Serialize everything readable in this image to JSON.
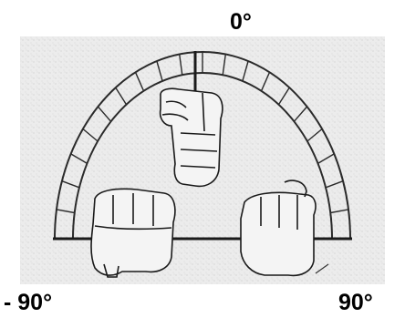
{
  "labels": {
    "top": "0°",
    "left": "- 90°",
    "right": "90°"
  },
  "colors": {
    "ink": "#1a1a1a",
    "paper": "#eeeeee",
    "background": "#ffffff"
  },
  "icons": {
    "protractor": "semicircular-protractor",
    "hands": [
      "fist-vertical-0deg",
      "fist-horizontal-left",
      "fist-horizontal-right"
    ]
  }
}
